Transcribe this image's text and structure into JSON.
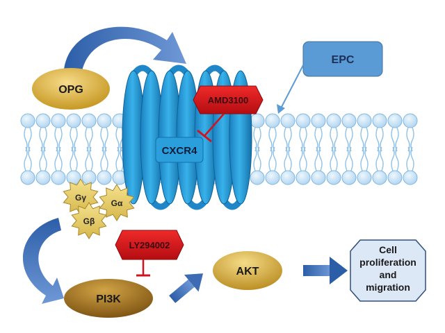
{
  "labels": {
    "opg": "OPG",
    "epc": "EPC",
    "amd3100": "AMD3100",
    "cxcr4": "CXCR4",
    "g_gamma": "Gγ",
    "g_alpha": "Gα",
    "g_beta": "Gβ",
    "ly294002": "LY294002",
    "pi3k": "PI3K",
    "akt": "AKT",
    "outcome_line1": "Cell",
    "outcome_line2": "proliferation",
    "outcome_line3": "and",
    "outcome_line4": "migration"
  },
  "colors": {
    "gold_light": "#f3d27a",
    "gold_dark": "#c99a20",
    "brown_light": "#d4a94a",
    "brown_dark": "#8a5d16",
    "receptor": "#2a9fdc",
    "receptor_dark": "#1470a8",
    "inhibitor": "#d0141e",
    "membrane_head": "#c9e3f6",
    "membrane_edge": "#7fb6de",
    "epc_box": "#5b9bd5",
    "arrow_blue": "#2a5fa8",
    "outcome_fill": "#dde8f7"
  }
}
